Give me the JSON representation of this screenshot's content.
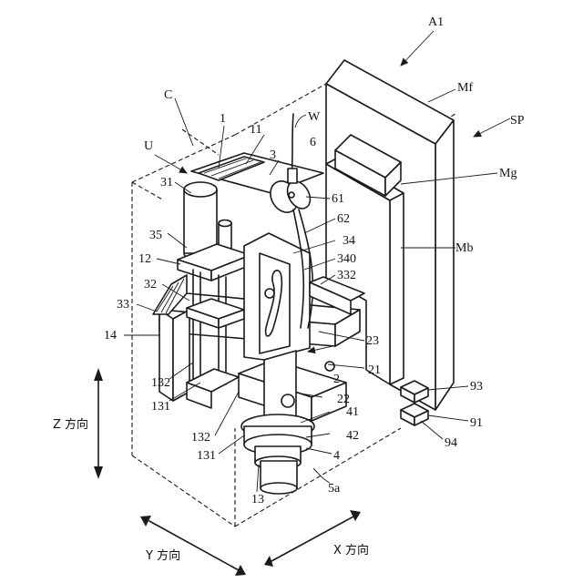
{
  "labels": {
    "A1": "A1",
    "C": "C",
    "U": "U",
    "n1": "1",
    "n11": "11",
    "n3": "3",
    "W": "W",
    "n6": "6",
    "Mf": "Mf",
    "SP": "SP",
    "Mg": "Mg",
    "n31": "31",
    "n61": "61",
    "n62": "62",
    "n34": "34",
    "n340": "340",
    "n332": "332",
    "n35": "35",
    "n12": "12",
    "n32": "32",
    "n33": "33",
    "n14": "14",
    "Mb": "Mb",
    "n23": "23",
    "n21": "21",
    "n2": "2",
    "n93": "93",
    "n132a": "132",
    "n131a": "131",
    "n22": "22",
    "n41": "41",
    "n91": "91",
    "n94": "94",
    "n42": "42",
    "n132b": "132",
    "n131b": "131",
    "n4": "4",
    "n13": "13",
    "n5a": "5a"
  },
  "axes": {
    "z": "Z 方向",
    "y": "Y 方向",
    "x": "X 方向"
  }
}
